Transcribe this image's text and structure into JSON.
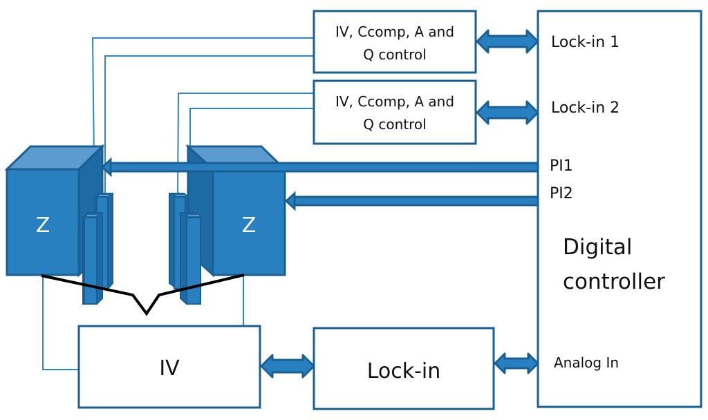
{
  "diagram": {
    "colors": {
      "primary_blue": "#2880c0",
      "dark_blue": "#1a5f94",
      "light_blue": "#5b9bd0",
      "side_blue": "#1d6aa5",
      "outline": "#1f5f8f",
      "wire": "#2d86c6",
      "tip_line": "#000000"
    },
    "blocks": {
      "control_1": {
        "line1": "IV, Ccomp, A and",
        "line2": "Q control"
      },
      "control_2": {
        "line1": "IV, Ccomp, A and",
        "line2": "Q control"
      },
      "iv": {
        "label": "IV"
      },
      "lockin": {
        "label": "Lock-in"
      },
      "digital_controller": {
        "title_line1": "Digital",
        "title_line2": "controller",
        "ports": {
          "lockin1": "Lock-in 1",
          "lockin2": "Lock-in 2",
          "pi1": "PI1",
          "pi2": "PI2",
          "analog_in": "Analog In"
        }
      }
    },
    "piezos": {
      "left": {
        "label": "Z"
      },
      "right": {
        "label": "Z"
      }
    }
  }
}
